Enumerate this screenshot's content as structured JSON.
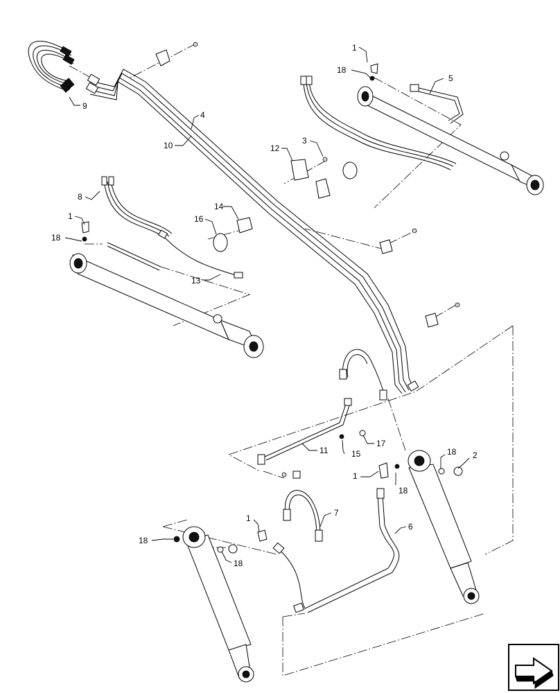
{
  "diagram": {
    "callouts": [
      {
        "id": "c1a",
        "label": "1"
      },
      {
        "id": "c18a",
        "label": "18"
      },
      {
        "id": "c5",
        "label": "5"
      },
      {
        "id": "c9",
        "label": "9"
      },
      {
        "id": "c4",
        "label": "4"
      },
      {
        "id": "c10",
        "label": "10"
      },
      {
        "id": "c12",
        "label": "12"
      },
      {
        "id": "c3",
        "label": "3"
      },
      {
        "id": "c8",
        "label": "8"
      },
      {
        "id": "c14",
        "label": "14"
      },
      {
        "id": "c16",
        "label": "16"
      },
      {
        "id": "c1b",
        "label": "1"
      },
      {
        "id": "c18b",
        "label": "18"
      },
      {
        "id": "c13",
        "label": "13"
      },
      {
        "id": "c11",
        "label": "11"
      },
      {
        "id": "c15",
        "label": "15"
      },
      {
        "id": "c17",
        "label": "17"
      },
      {
        "id": "c18c",
        "label": "18"
      },
      {
        "id": "c2",
        "label": "2"
      },
      {
        "id": "c1c",
        "label": "1"
      },
      {
        "id": "c18d",
        "label": "18"
      },
      {
        "id": "c7",
        "label": "7"
      },
      {
        "id": "c6",
        "label": "6"
      },
      {
        "id": "c1d",
        "label": "1"
      },
      {
        "id": "c18e",
        "label": "18"
      },
      {
        "id": "c18f",
        "label": "18"
      }
    ],
    "nav_icon": "next-page-arrow-icon"
  }
}
